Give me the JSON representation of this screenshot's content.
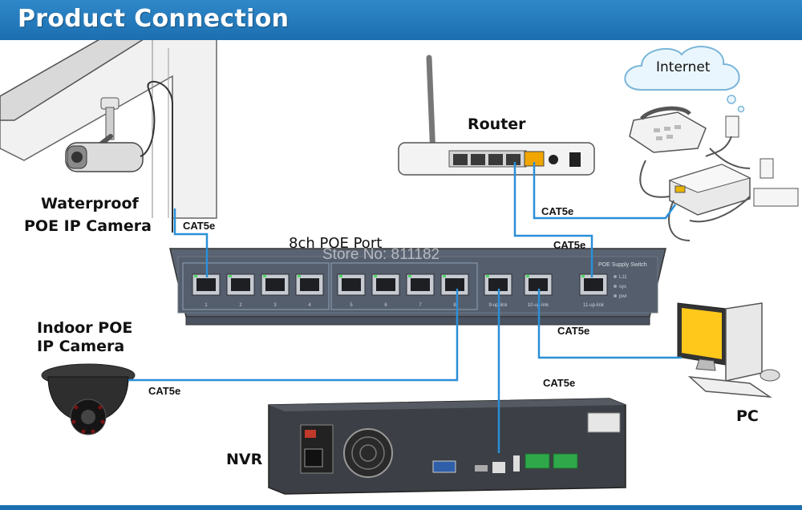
{
  "header": {
    "title": "Product Connection"
  },
  "labels": {
    "outdoor_camera_line1": "Waterproof",
    "outdoor_camera_line2": "POE IP Camera",
    "indoor_camera_line1": "Indoor POE",
    "indoor_camera_line2": "IP Camera",
    "switch": "8ch POE Port",
    "router": "Router",
    "internet": "Internet",
    "pc": "PC",
    "nvr": "NVR"
  },
  "cables": {
    "outdoor_camera": "CAT5e",
    "router_to_modem": "CAT5e",
    "switch_to_router": "CAT5e",
    "switch_to_pc": "CAT5e",
    "switch_to_nvr": "CAT5e",
    "indoor_camera": "CAT5e"
  },
  "switch_panel": {
    "title": "POE Supply Switch",
    "port_numbers": [
      "1",
      "2",
      "3",
      "4",
      "5",
      "6",
      "7",
      "8"
    ],
    "uplink_labels": [
      "9-up-link",
      "10-up-link",
      "11-up-link"
    ],
    "indicators": [
      "L11",
      "sys",
      "pwr"
    ]
  },
  "watermark": "Store No: 811182",
  "colors": {
    "header": "#1c6fb0",
    "cable": "#2a8fd8",
    "switch_body": "#4f5866",
    "nvr_body": "#3a3d42"
  }
}
